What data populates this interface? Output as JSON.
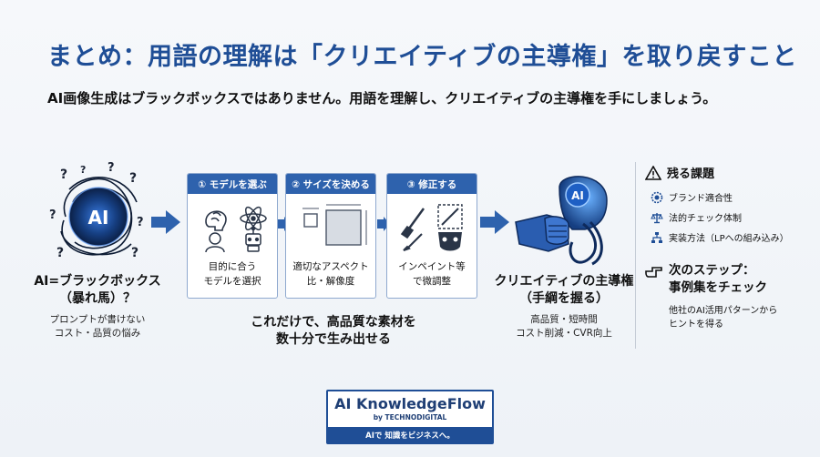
{
  "title": "まとめ：用語の理解は「クリエイティブの主導権」を取り戻すこと",
  "subtitle": "AI画像生成はブラックボックスではありません。用語を理解し、クリエイティブの主導権を手にしましょう。",
  "left": {
    "icon_text": "AI",
    "label": "AI=ブラックボックス",
    "label2": "（暴れ馬）？",
    "desc1": "プロンプトが書けない",
    "desc2": "コスト・品質の悩み"
  },
  "steps": [
    {
      "header": "① モデルを選ぶ",
      "text1": "目的に合う",
      "text2": "モデルを選択"
    },
    {
      "header": "② サイズを決める",
      "text1": "適切なアスペクト",
      "text2": "比・解像度"
    },
    {
      "header": "③ 修正する",
      "text1": "インペイント等",
      "text2": "で微調整"
    }
  ],
  "steps_caption": {
    "line1": "これだけで、高品質な素材を",
    "line2": "数十分で生み出せる"
  },
  "result": {
    "icon_text": "AI",
    "label": "クリエイティブの主導権",
    "label2": "（手綱を握る）",
    "desc1": "高品質・短時間",
    "desc2": "コスト削減・CVR向上"
  },
  "remaining": {
    "heading": "残る課題",
    "items": [
      {
        "label": "ブランド適合性",
        "icon": "gear-badge-icon"
      },
      {
        "label": "法的チェック体制",
        "icon": "scales-icon"
      },
      {
        "label": "実装方法（LPへの組み込み）",
        "icon": "sitemap-icon"
      }
    ]
  },
  "next": {
    "heading1": "次のステップ：",
    "heading2": "事例集をチェック",
    "desc1": "他社のAI活用パターンから",
    "desc2": "ヒントを得る"
  },
  "logo": {
    "name": "AI KnowledgeFlow",
    "by": "by TECHNODIGITAL",
    "tagline": "AIで 知識をビジネスへ。"
  },
  "colors": {
    "accent": "#1f4e96",
    "step_header": "#2e62ad",
    "arrow": "#2e62ad"
  }
}
